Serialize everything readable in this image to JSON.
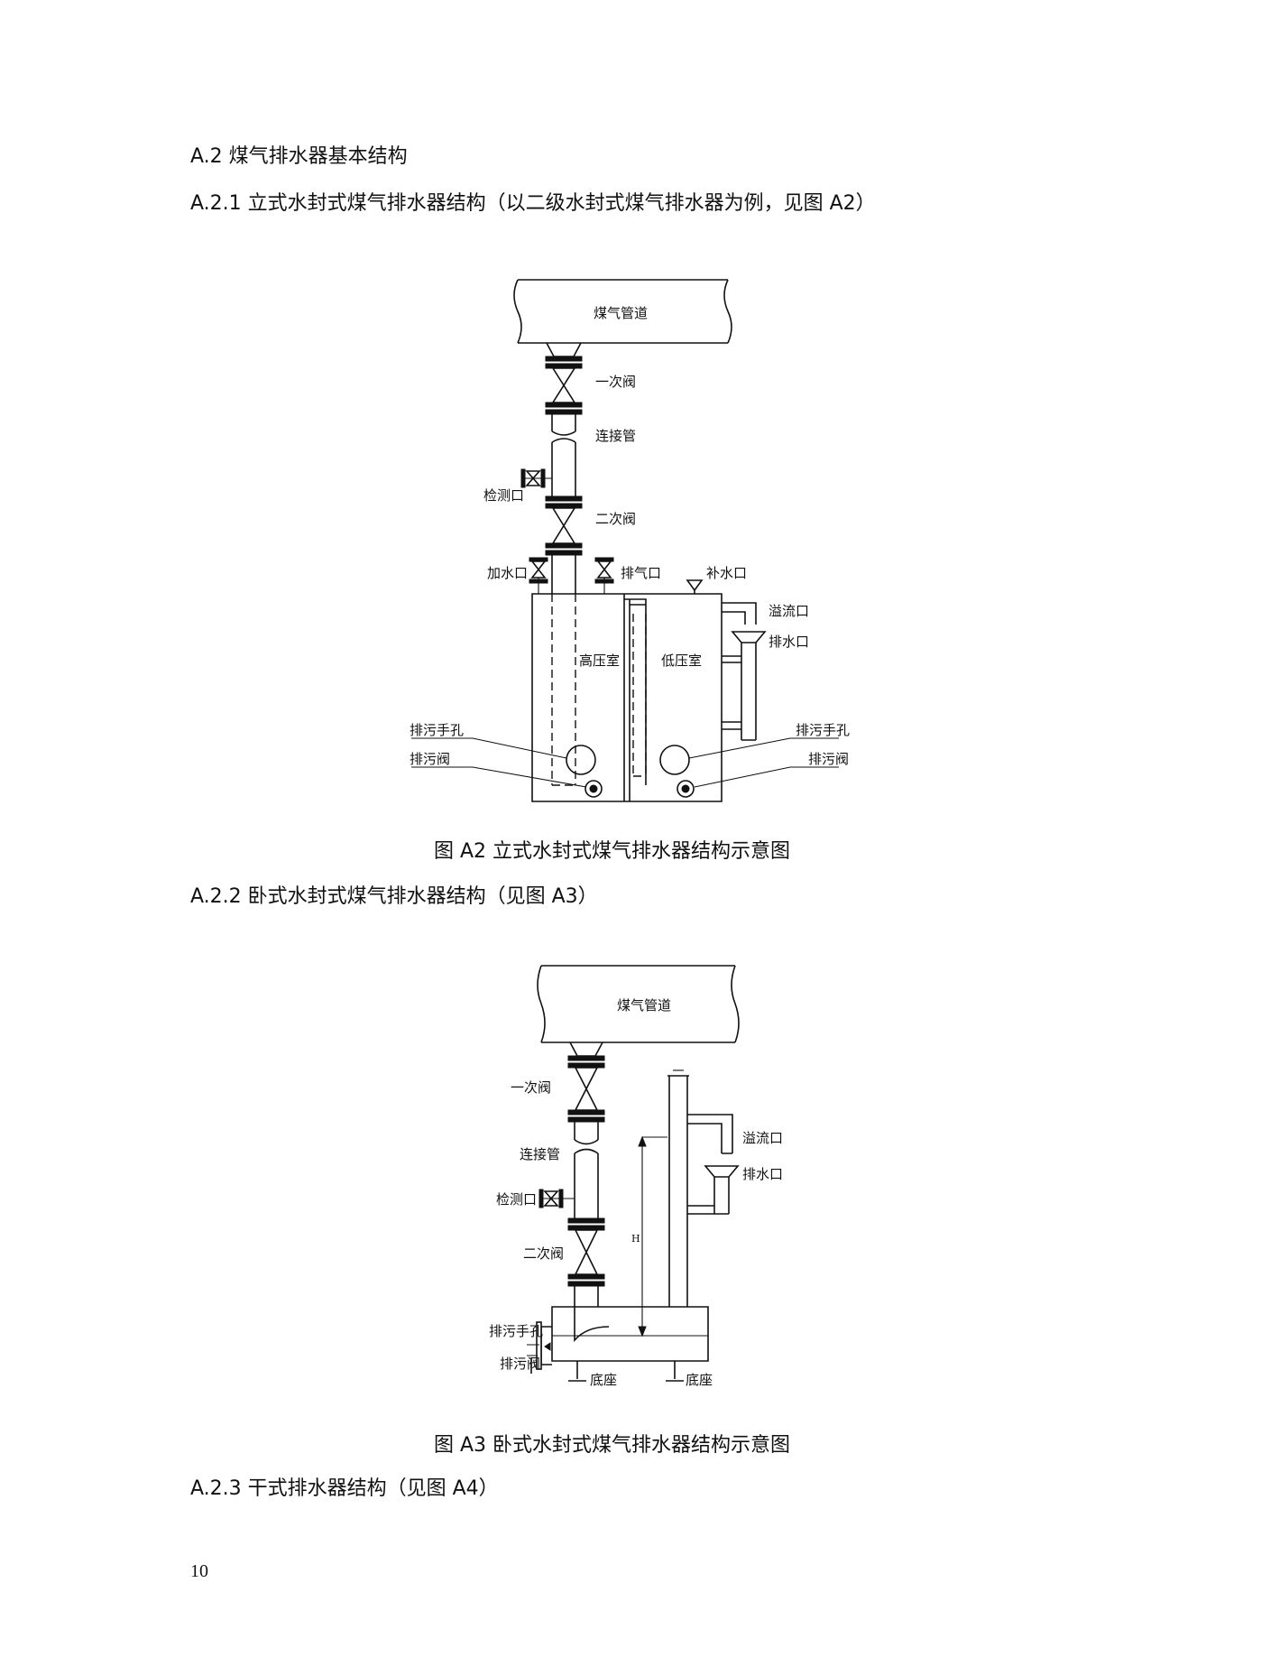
{
  "sections": {
    "a2": "A.2 煤气排水器基本结构",
    "a21": "A.2.1 立式水封式煤气排水器结构（以二级水封式煤气排水器为例，见图 A2）",
    "a22": "A.2.2  卧式水封式煤气排水器结构（见图 A3）",
    "a23": "A.2.3  干式排水器结构（见图 A4）"
  },
  "fig_a2": {
    "caption": "图 A2  立式水封式煤气排水器结构示意图",
    "labels": {
      "pipe": "煤气管道",
      "valve1": "一次阀",
      "connect": "连接管",
      "detect": "检测口",
      "valve2": "二次阀",
      "fill": "加水口",
      "vent": "排气口",
      "makeup": "补水口",
      "overflow": "溢流口",
      "drain": "排水口",
      "high": "高压室",
      "low": "低压室",
      "handhole_left": "排污手孔",
      "valve_left": "排污阀",
      "handhole_right": "排污手孔",
      "valve_right": "排污阀"
    }
  },
  "fig_a3": {
    "caption": "图 A3  卧式水封式煤气排水器结构示意图",
    "labels": {
      "pipe": "煤气管道",
      "valve1": "一次阀",
      "connect": "连接管",
      "detect": "检测口",
      "valve2": "二次阀",
      "overflow": "溢流口",
      "drain": "排水口",
      "h": "H",
      "handhole": "排污手孔",
      "valve": "排污阀",
      "base1": "底座",
      "base2": "底座"
    }
  },
  "page_number": "10"
}
